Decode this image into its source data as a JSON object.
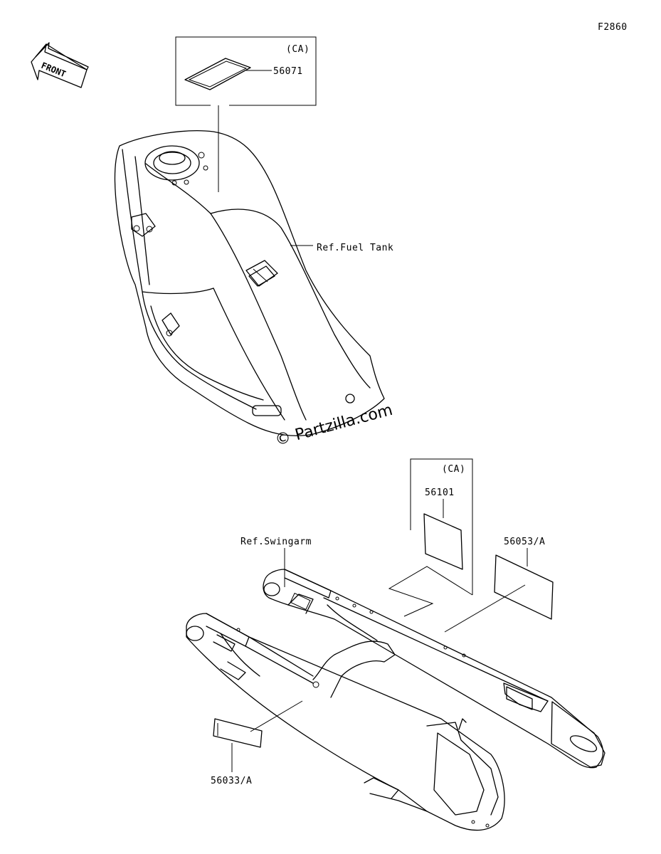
{
  "figure_code": "F2860",
  "front_arrow": {
    "label": "FRONT",
    "icon": "front-arrow-icon"
  },
  "watermark": "© Partzilla.com",
  "labels": {
    "ca_top": "(CA)",
    "part_56071": "56071",
    "ref_fuel_tank": "Ref.Fuel Tank",
    "ca_mid": "(CA)",
    "part_56101": "56101",
    "ref_swingarm": "Ref.Swingarm",
    "part_56053a": "56053/A",
    "part_56033a": "56033/A"
  }
}
